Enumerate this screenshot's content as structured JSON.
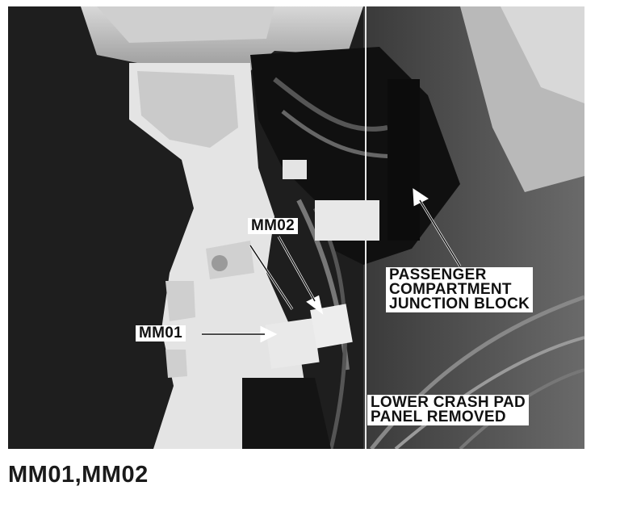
{
  "figure": {
    "labels": {
      "mm02": "MM02",
      "mm01": "MM01",
      "passenger_junction": "PASSENGER\nCOMPARTMENT\nJUNCTION BLOCK",
      "crash_pad": "LOWER CRASH PAD\nPANEL REMOVED"
    },
    "caption": "MM01,MM02"
  }
}
